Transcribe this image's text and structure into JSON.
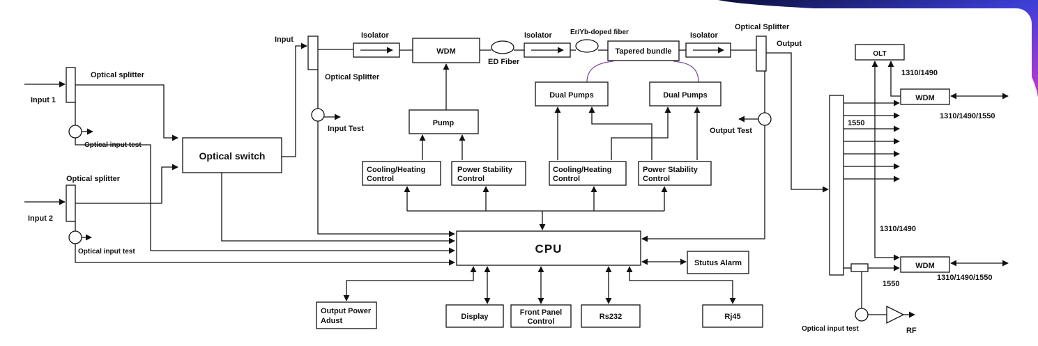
{
  "theme": {
    "accent_deco": "#3b3fd6",
    "background": "#ffffff",
    "line": "#111111",
    "pump_link": "#7a4fa0"
  },
  "labels": {
    "input1": "Input 1",
    "input2": "Input 2",
    "optical_splitter_1": "Optical splitter",
    "optical_splitter_2": "Optical splitter",
    "optical_input_test_1": "Optical input test",
    "optical_input_test_2": "Optical input test",
    "optical_switch": "Optical switch",
    "input": "Input",
    "optical_splitter_mid": "Optical Splitter",
    "input_test": "Input Test",
    "isolator_1": "Isolator",
    "wdm_amp": "WDM",
    "ed_fiber": "ED Fiber",
    "isolator_2": "Isolator",
    "er_yb_fiber": "Er/Yb-doped fiber",
    "tapered_bundle": "Tapered bundle",
    "isolator_3": "Isolator",
    "optical_splitter_out": "Optical Splitter",
    "output": "Output",
    "output_test": "Output Test",
    "pump": "Pump",
    "dual_pumps_1": "Dual Pumps",
    "dual_pumps_2": "Dual Pumps",
    "cooling_1_line1": "Cooling/Heating",
    "cooling_1_line2": "Control",
    "power_1_line1": "Power Stability",
    "power_1_line2": "Control",
    "cooling_2_line1": "Cooling/Heating",
    "cooling_2_line2": "Control",
    "power_2_line1": "Power Stability",
    "power_2_line2": "Control",
    "cpu": "CPU",
    "status_alarm": "Stutus Alarm",
    "output_power_line1": "Output Power",
    "output_power_line2": "Adust",
    "display": "Display",
    "front_panel_line1": "Front Panel",
    "front_panel_line2": "Control",
    "rs232": "Rs232",
    "rj45": "Rj45",
    "olt": "OLT",
    "wave_1310_1490_top": "1310/1490",
    "wdm_top": "WDM",
    "wave_triple_top": "1310/1490/1550",
    "wave_1550_top": "1550",
    "wave_1310_1490_bottom": "1310/1490",
    "wdm_bottom": "WDM",
    "wave_1550_bottom": "1550",
    "wave_triple_bottom": "1310/1490/1550",
    "optical_input_test_right": "Optical input test",
    "rf": "RF"
  }
}
